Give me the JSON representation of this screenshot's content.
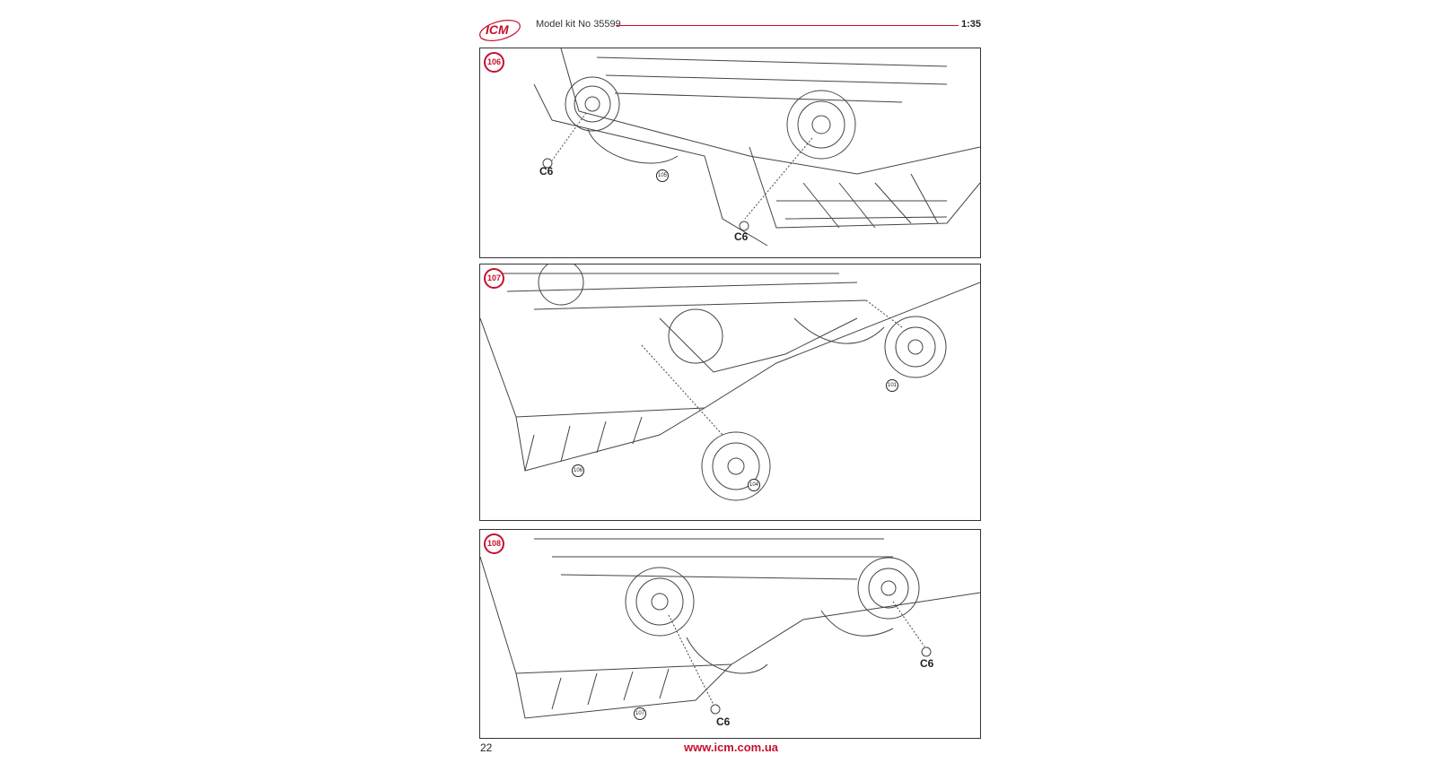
{
  "header": {
    "logo_text": "ICM",
    "kit_label": "Model kit No 35599",
    "scale": "1:35"
  },
  "steps": [
    {
      "number": "106",
      "parts": [
        "C6",
        "C6"
      ],
      "refs": [
        "105"
      ]
    },
    {
      "number": "107",
      "refs": [
        "101",
        "106",
        "104"
      ]
    },
    {
      "number": "108",
      "parts": [
        "C6",
        "C6"
      ],
      "refs": [
        "107"
      ]
    }
  ],
  "footer": {
    "page": "22",
    "url": "www.icm.com.ua"
  },
  "colors": {
    "accent": "#c8102e"
  }
}
